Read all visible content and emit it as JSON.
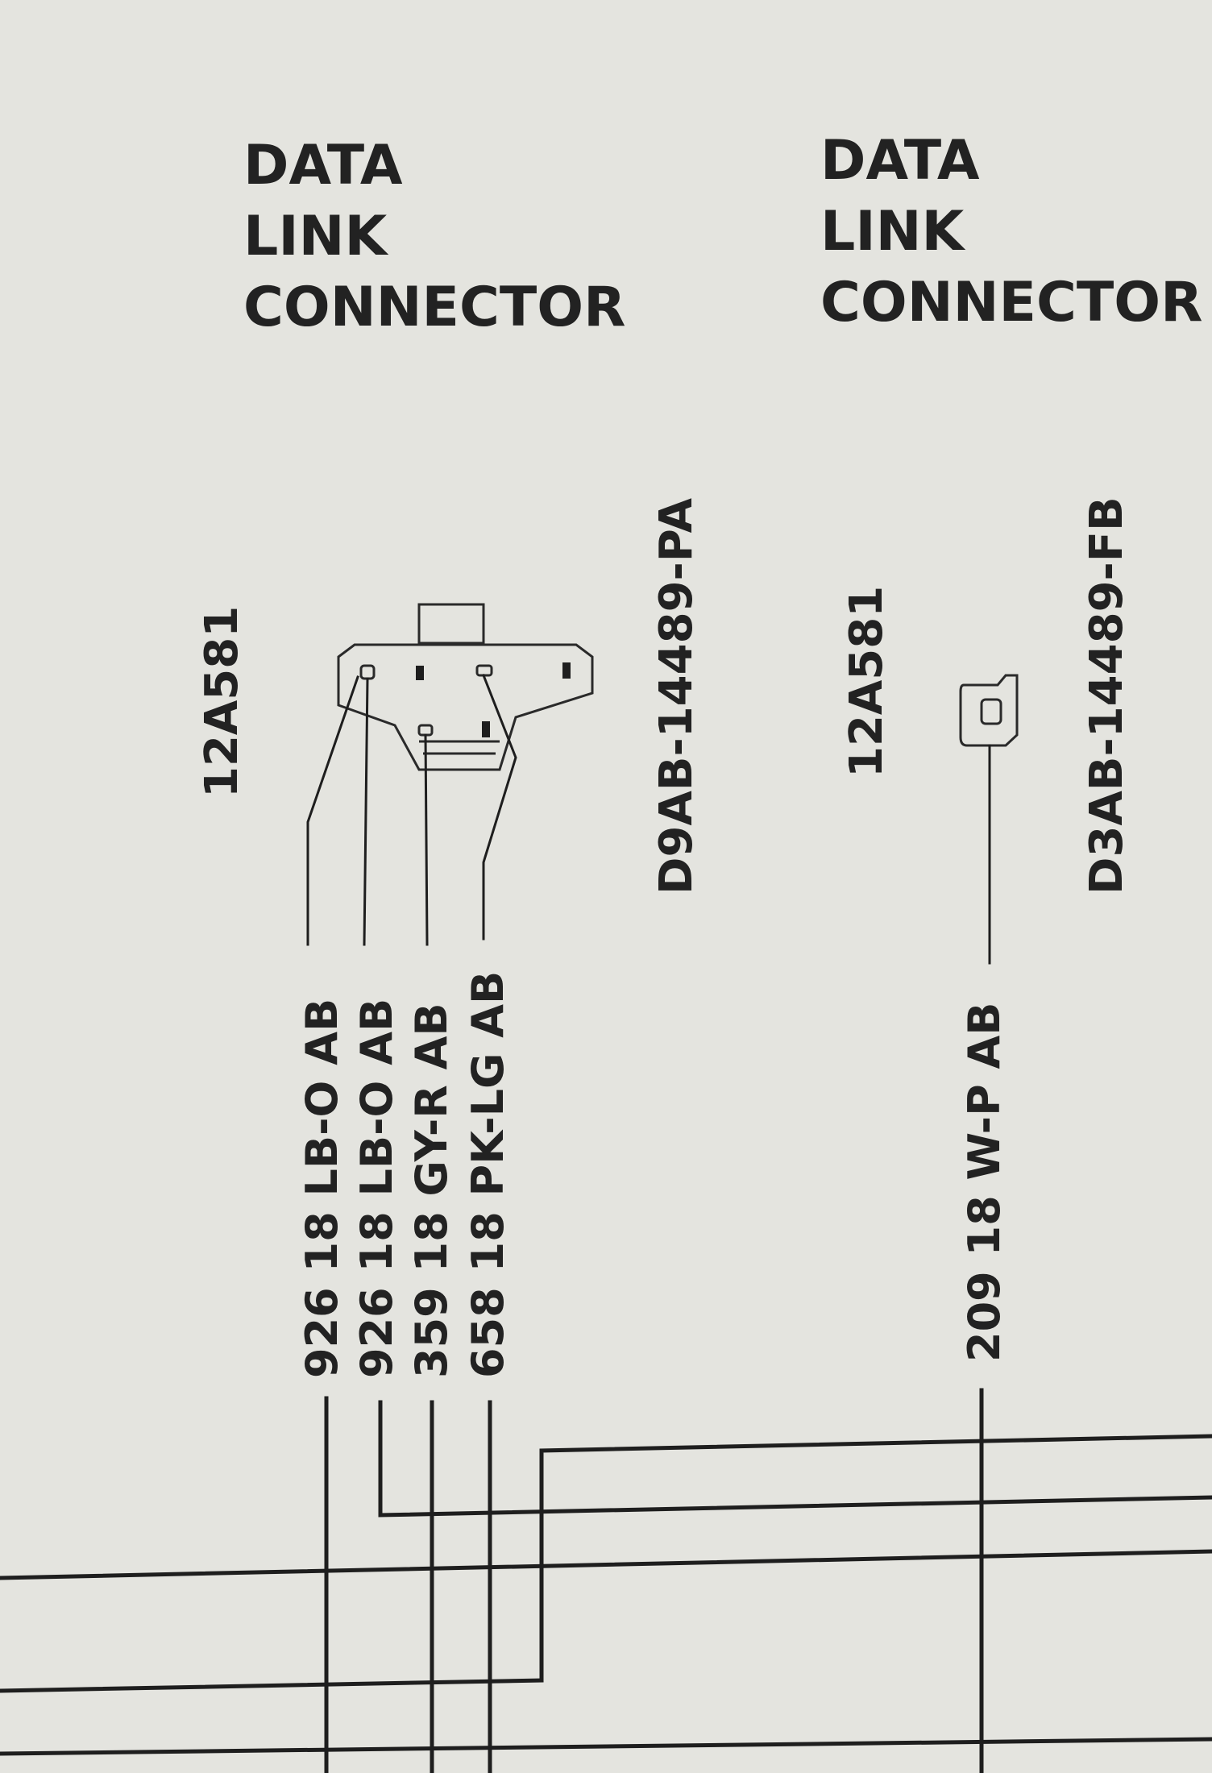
{
  "connectors": [
    {
      "title": [
        "DATA",
        "LINK",
        "CONNECTOR"
      ],
      "component_number": "12A581",
      "part_number": "D9AB-14489-PA",
      "wires": [
        {
          "circuit": "926",
          "gauge": "18",
          "color": "LB-O",
          "code": "AB"
        },
        {
          "circuit": "926",
          "gauge": "18",
          "color": "LB-O",
          "code": "AB"
        },
        {
          "circuit": "359",
          "gauge": "18",
          "color": "GY-R",
          "code": "AB"
        },
        {
          "circuit": "658",
          "gauge": "18",
          "color": "PK-LG",
          "code": "AB"
        }
      ]
    },
    {
      "title": [
        "DATA",
        "LINK",
        "CONNECTOR"
      ],
      "component_number": "12A581",
      "part_number": "D3AB-14489-FB",
      "wires": [
        {
          "circuit": "209",
          "gauge": "18",
          "color": "W-P",
          "code": "AB"
        }
      ]
    }
  ]
}
